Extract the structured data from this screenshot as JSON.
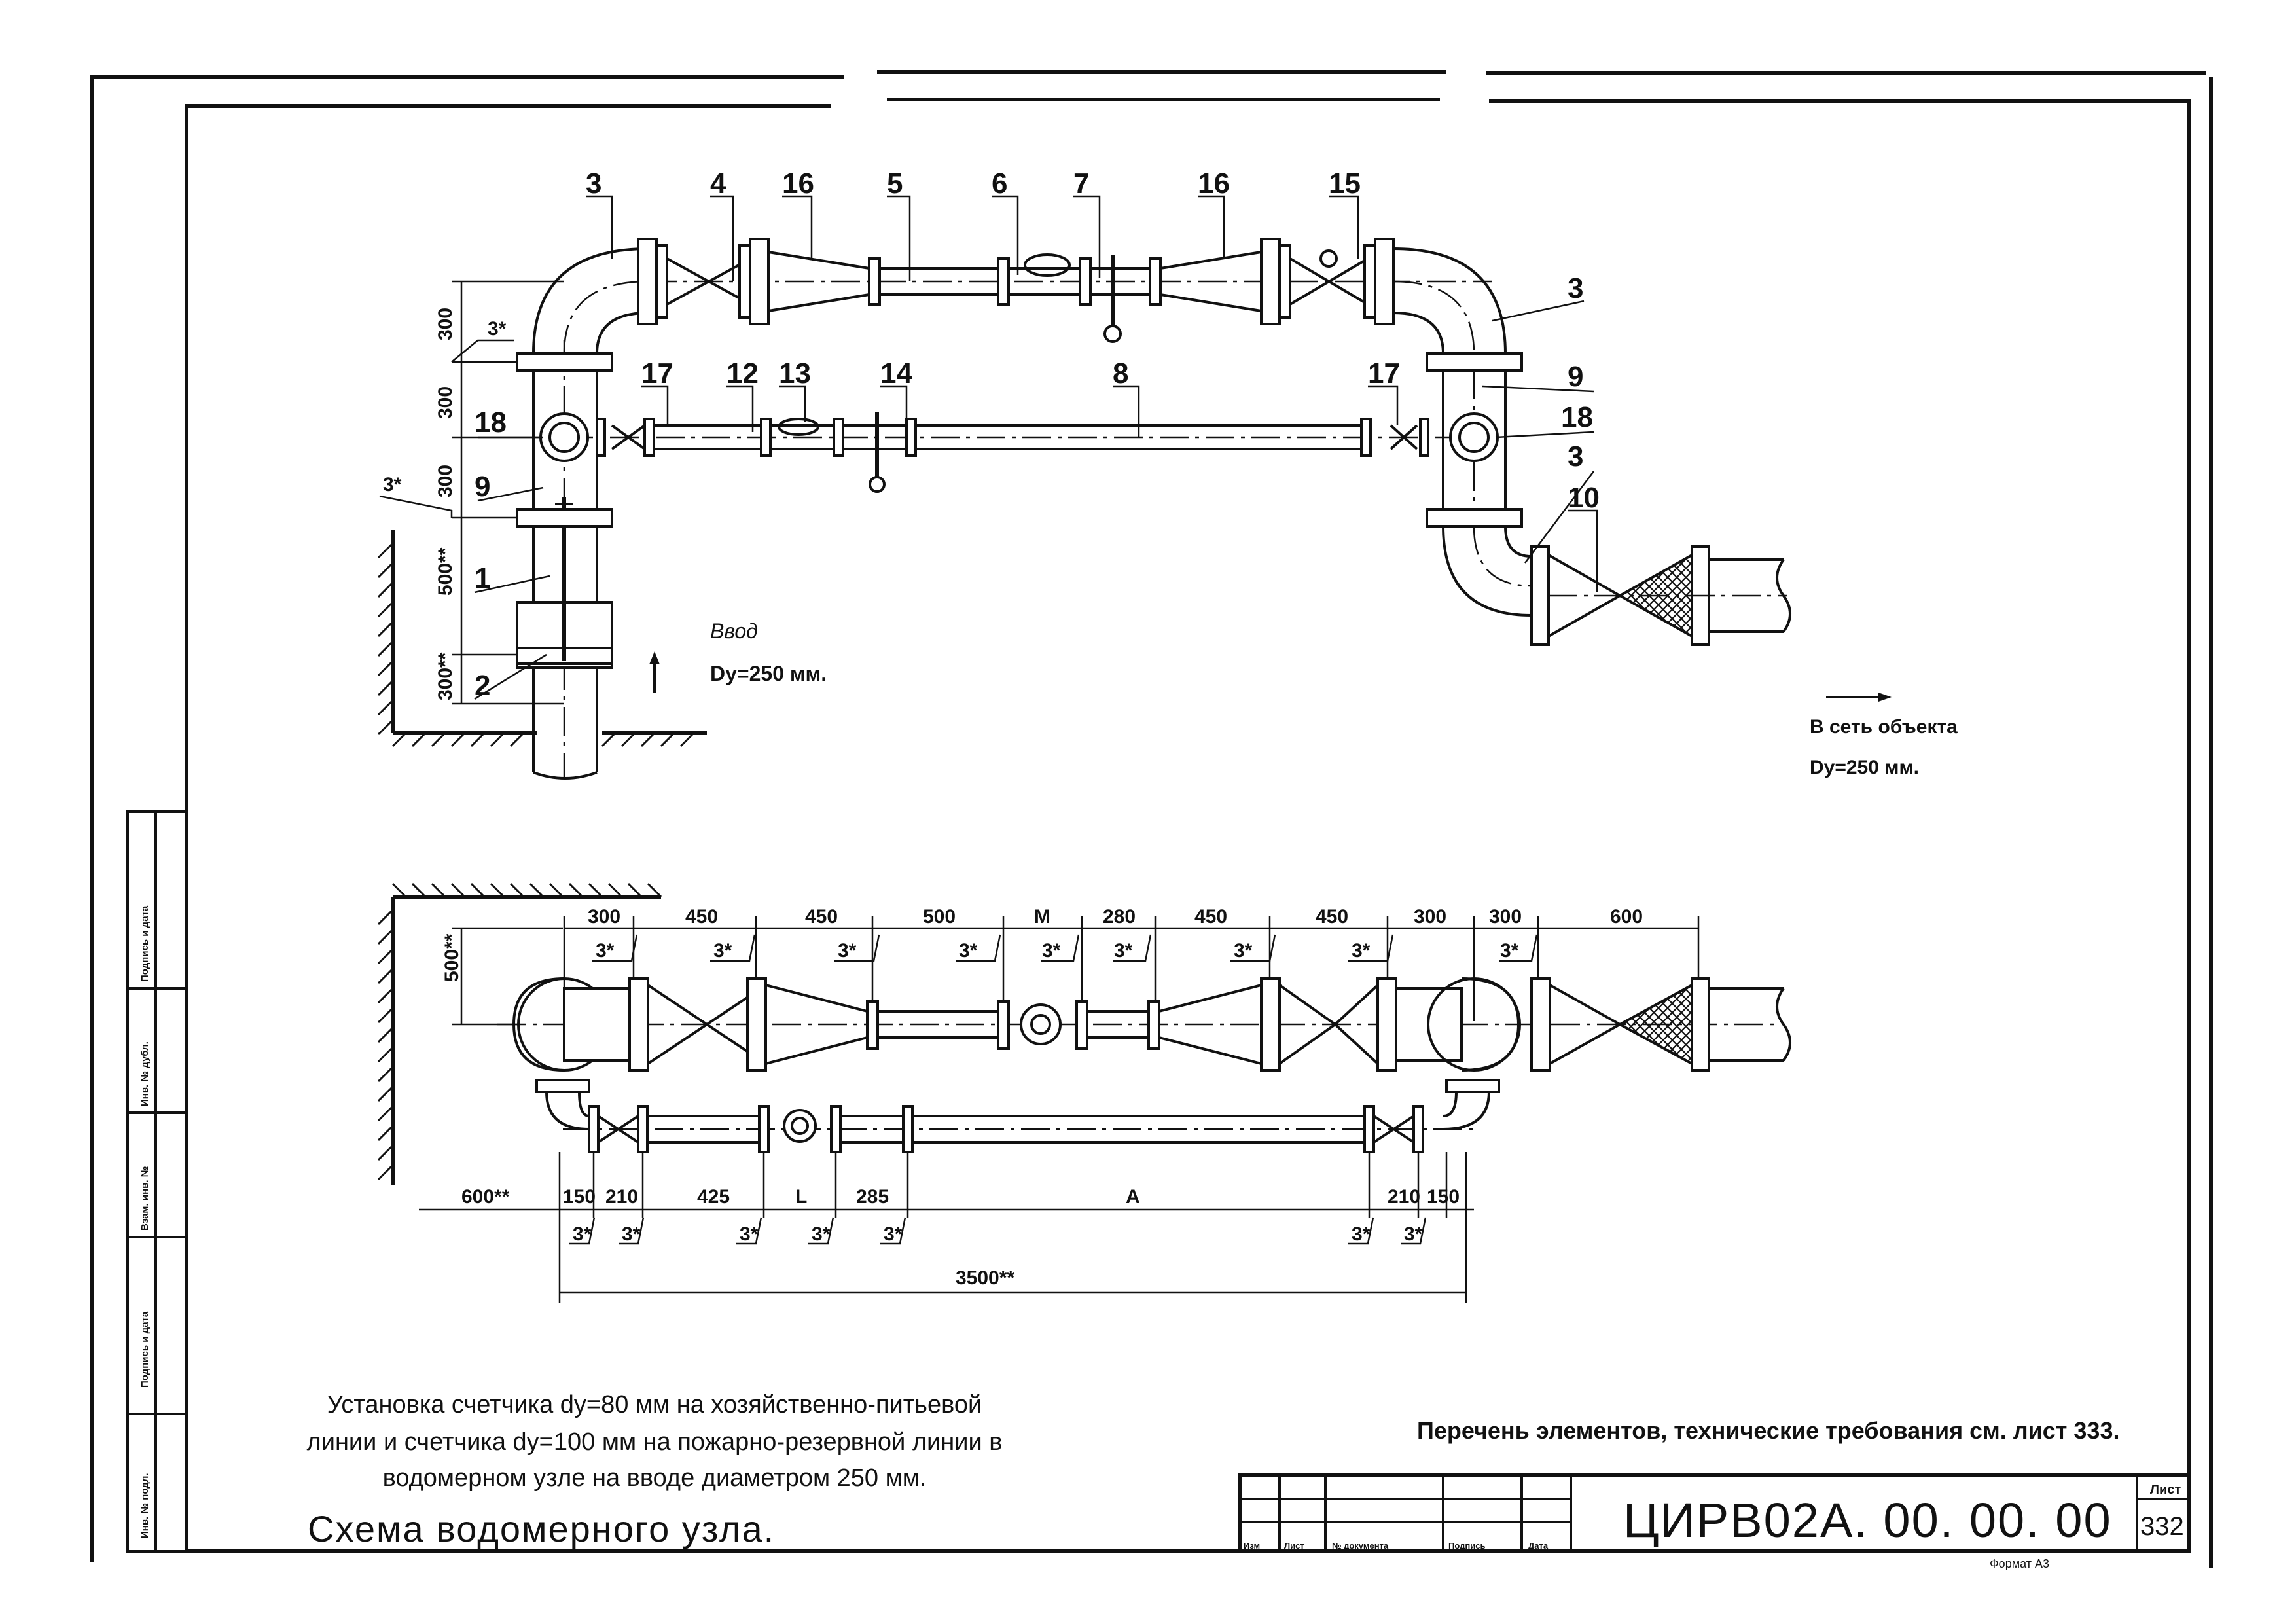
{
  "position_labels": {
    "p3a": "3",
    "p4": "4",
    "p16a": "16",
    "p5": "5",
    "p6": "6",
    "p7": "7",
    "p16b": "16",
    "p15": "15",
    "p3b": "3",
    "p9a": "9",
    "p18a": "18",
    "p3c": "3",
    "p10": "10",
    "p17a": "17",
    "p12": "12",
    "p13": "13",
    "p14": "14",
    "p8": "8",
    "p17b": "17",
    "p18b": "18",
    "p9b": "9",
    "p1": "1",
    "p2": "2"
  },
  "plan_labels": {
    "v300a": "300",
    "v300b": "300",
    "v300c": "300",
    "v500": "500**",
    "v300d": "300**",
    "slope_a": "3*",
    "slope_b": "3*",
    "inlet_title": "Ввод",
    "inlet_dia": "Dy=250 мм.",
    "outlet_title": "В сеть объекта",
    "outlet_dia": "Dy=250 мм."
  },
  "elevation_dims": {
    "top": [
      "300",
      "450",
      "450",
      "500",
      "M",
      "280",
      "450",
      "450",
      "300",
      "300",
      "600"
    ],
    "top_slope": "3*",
    "left_vertical": "500**",
    "bottom": [
      "600**",
      "150",
      "210",
      "425",
      "L",
      "285",
      "A",
      "210",
      "150"
    ],
    "bottom_slope": "3*",
    "overall": "3500**"
  },
  "caption": {
    "line1": "Установка счетчика dy=80 мм на хозяйственно-питьевой",
    "line2": "линии и счетчика dy=100 мм на пожарно-резервной линии в",
    "line3": "водомерном узле на вводе диаметром 250 мм.",
    "title": "Схема водомерного узла.",
    "reference": "Перечень элементов, технические требования см. лист 333."
  },
  "side_stamp": [
    "Подпись и дата",
    "Инв. № дубл.",
    "Взам. инв. №",
    "Подпись и дата",
    "Инв. № подл."
  ],
  "title_block": {
    "cols": [
      "Изм",
      "Лист",
      "№ документа",
      "Подпись",
      "Дата"
    ],
    "code": "ЦИРВ02А. 00. 00. 00",
    "sheet_label": "Лист",
    "sheet_number": "332",
    "format": "Формат А3"
  }
}
